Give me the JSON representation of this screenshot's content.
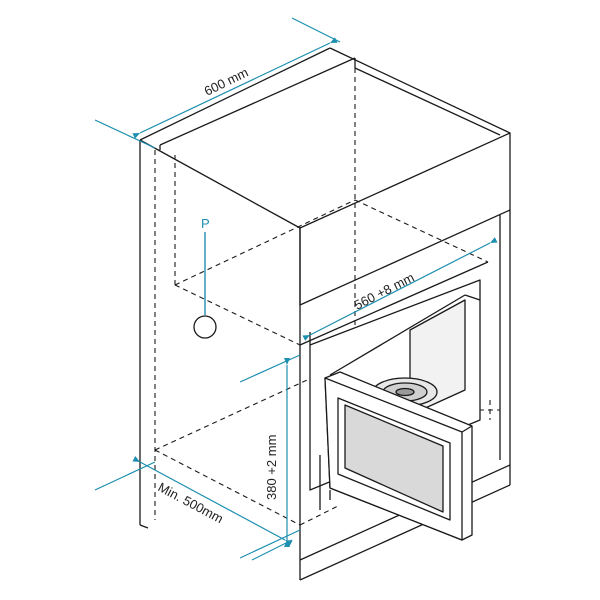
{
  "labels": {
    "width": "600 mm",
    "depth_inner": "560 +8 mm",
    "height": "380 +2 mm",
    "depth_min": "Min. 500mm",
    "power_point": "P"
  },
  "colors": {
    "line": "#1a1a1a",
    "dimension": "#1d8fb0",
    "socket": "#1d8fb0"
  }
}
